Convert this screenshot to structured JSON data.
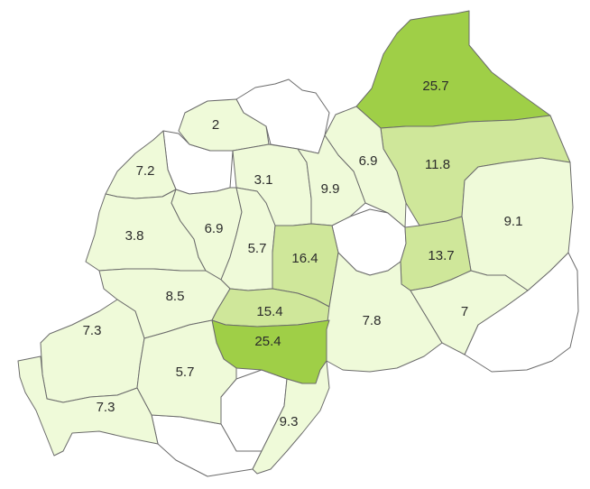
{
  "map": {
    "colors": {
      "no_data": "#ffffff",
      "low": "#effad9",
      "medium": "#cfe79a",
      "high": "#9fcf47",
      "border": "#6b6b6b"
    },
    "regions": [
      {
        "id": "north-east-top",
        "value": "25.7",
        "level": 3
      },
      {
        "id": "north-west-2",
        "value": "2",
        "level": 1
      },
      {
        "id": "east-upper",
        "value": "11.8",
        "level": 2
      },
      {
        "id": "north-center-6-9",
        "value": "6.9",
        "level": 1
      },
      {
        "id": "west-upper-7-2",
        "value": "7.2",
        "level": 1
      },
      {
        "id": "north-center-3-1",
        "value": "3.1",
        "level": 1
      },
      {
        "id": "center-9-9",
        "value": "9.9",
        "level": 1
      },
      {
        "id": "east-9-1",
        "value": "9.1",
        "level": 1
      },
      {
        "id": "west-3-8",
        "value": "3.8",
        "level": 1
      },
      {
        "id": "west-center-6-9",
        "value": "6.9",
        "level": 1
      },
      {
        "id": "center-5-7",
        "value": "5.7",
        "level": 1
      },
      {
        "id": "center-16-4",
        "value": "16.4",
        "level": 2
      },
      {
        "id": "east-13-7",
        "value": "13.7",
        "level": 2
      },
      {
        "id": "west-8-5",
        "value": "8.5",
        "level": 1
      },
      {
        "id": "center-15-4",
        "value": "15.4",
        "level": 2
      },
      {
        "id": "center-south-7-8",
        "value": "7.8",
        "level": 1
      },
      {
        "id": "south-east-7",
        "value": "7",
        "level": 1
      },
      {
        "id": "south-west-7-3-upper",
        "value": "7.3",
        "level": 1
      },
      {
        "id": "south-center-25-4",
        "value": "25.4",
        "level": 3
      },
      {
        "id": "south-5-7",
        "value": "5.7",
        "level": 1
      },
      {
        "id": "south-west-7-3-lower",
        "value": "7.3",
        "level": 1
      },
      {
        "id": "south-9-3",
        "value": "9.3",
        "level": 1
      }
    ]
  }
}
